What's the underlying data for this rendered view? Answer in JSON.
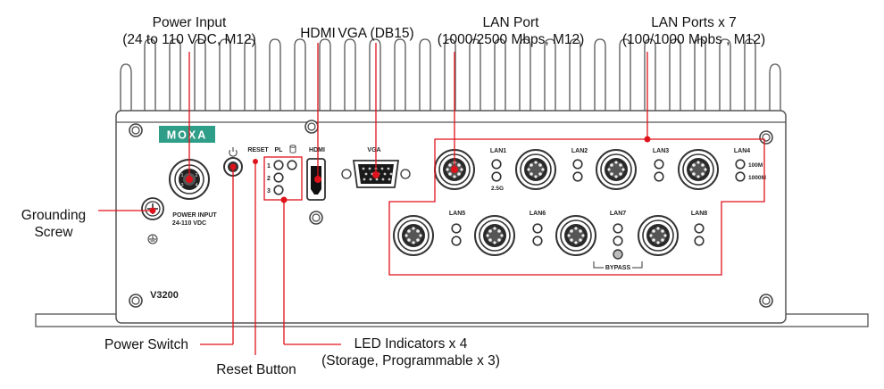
{
  "device": {
    "brand": "MOXA",
    "model": "V3200",
    "power_input_label": "POWER INPUT",
    "power_input_range": "24-110 VDC",
    "panel_labels": {
      "reset": "RESET",
      "pl": "PL",
      "hdmi": "HDMI",
      "vga": "VGA",
      "lan1": "LAN1",
      "lan2": "LAN2",
      "lan3": "LAN3",
      "lan4": "LAN4",
      "lan5": "LAN5",
      "lan6": "LAN6",
      "lan7": "LAN7",
      "lan8": "LAN8",
      "speed_25g": "2.5G",
      "speed_100m": "100M",
      "speed_1000m": "1000M",
      "bypass": "BYPASS",
      "led_1": "1",
      "led_2": "2",
      "led_3": "3",
      "power_input_pin_1": "1",
      "power_input_pin_2": "2",
      "power_input_pin_3": "3",
      "power_input_pin_4": "4"
    }
  },
  "callouts": {
    "power_input": {
      "line1": "Power Input",
      "line2": "(24 to 110 VDC, M12)"
    },
    "hdmi": {
      "line1": "HDMI"
    },
    "vga": {
      "line1": "VGA (DB15)"
    },
    "lan_port": {
      "line1": "LAN Port",
      "line2": "(1000/2500 Mbps, M12)"
    },
    "lan_ports_x7": {
      "line1": "LAN Ports x 7",
      "line2": "(100/1000 Mpbs , M12)"
    },
    "grounding_screw": {
      "line1": "Grounding",
      "line2": "Screw"
    },
    "power_switch": {
      "line1": "Power Switch"
    },
    "reset_button": {
      "line1": "Reset Button"
    },
    "led_indicators": {
      "line1": "LED Indicators x 4",
      "line2": "(Storage, Programmable x 3)"
    }
  },
  "colors": {
    "callout_red": "#e0121b",
    "moxa_green": "#2f9e88",
    "panel_outline": "#555555"
  }
}
